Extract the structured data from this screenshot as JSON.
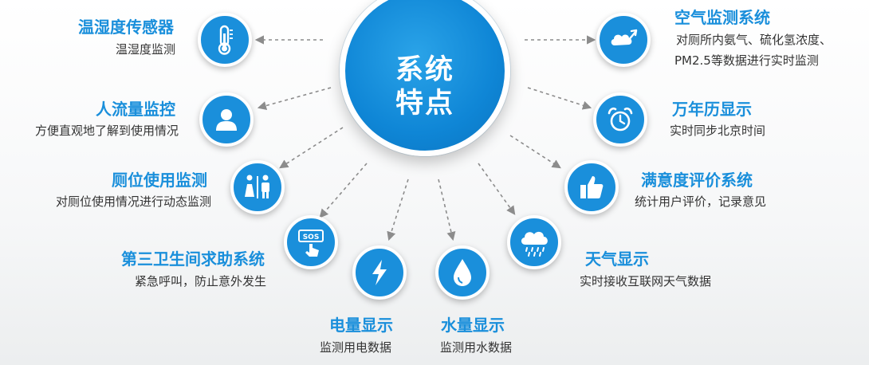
{
  "center": {
    "line1": "系统",
    "line2": "特点"
  },
  "features": {
    "temp": {
      "title": "温湿度传感器",
      "desc": "温湿度监测",
      "icon": "thermometer-icon"
    },
    "flow": {
      "title": "人流量监控",
      "desc": "方便直观地了解到使用情况",
      "icon": "person-icon"
    },
    "toilet": {
      "title": "厕位使用监测",
      "desc": "对厕位使用情况进行动态监测",
      "icon": "restroom-icon"
    },
    "sos": {
      "title": "第三卫生间求助系统",
      "desc": "紧急呼叫，防止意外发生",
      "icon": "sos-button-icon"
    },
    "power": {
      "title": "电量显示",
      "desc": "监测用电数据",
      "icon": "lightning-icon"
    },
    "water": {
      "title": "水量显示",
      "desc": "监测用水数据",
      "icon": "water-drop-icon"
    },
    "weather": {
      "title": "天气显示",
      "desc": "实时接收互联网天气数据",
      "icon": "rain-cloud-icon"
    },
    "rating": {
      "title": "满意度评价系统",
      "desc": "统计用户评价，记录意见",
      "icon": "thumbs-up-icon"
    },
    "clock": {
      "title": "万年历显示",
      "desc": "实时同步北京时间",
      "icon": "alarm-clock-icon"
    },
    "air": {
      "title": "空气监测系统",
      "desc1": "对厕所内氨气、硫化氢浓度、",
      "desc2": "PM2.5等数据进行实时监测",
      "icon": "air-quality-icon"
    }
  },
  "colors": {
    "primary": "#1a8fdb",
    "text": "#333333",
    "arrow": "#8c8c8c"
  }
}
